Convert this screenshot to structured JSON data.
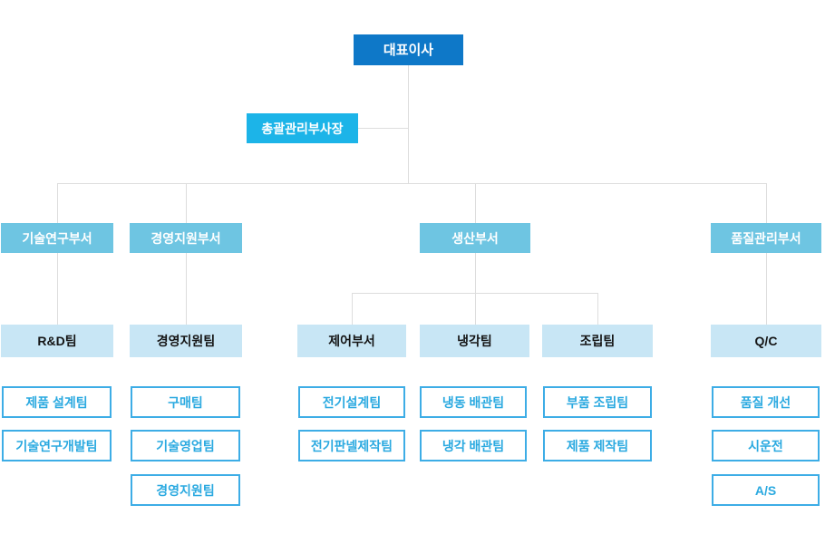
{
  "org_chart": {
    "ceo": {
      "label": "대표이사"
    },
    "vp": {
      "label": "총괄관리부사장"
    },
    "branches": [
      {
        "department": "기술연구부서",
        "teams": [
          {
            "label": "R&D팀",
            "subteams": [
              "제품 설계팀",
              "기술연구개발팀"
            ]
          }
        ]
      },
      {
        "department": "경영지원부서",
        "teams": [
          {
            "label": "경영지원팀",
            "subteams": [
              "구매팀",
              "기술영업팀",
              "경영지원팀"
            ]
          }
        ]
      },
      {
        "department": "생산부서",
        "teams": [
          {
            "label": "제어부서",
            "subteams": [
              "전기설계팀",
              "전기판넬제작팀"
            ]
          },
          {
            "label": "냉각팀",
            "subteams": [
              "냉동 배관팀",
              "냉각 배관팀"
            ]
          },
          {
            "label": "조립팀",
            "subteams": [
              "부품 조립팀",
              "제품 제작팀"
            ]
          }
        ]
      },
      {
        "department": "품질관리부서",
        "teams": [
          {
            "label": "Q/C",
            "subteams": [
              "품질 개선",
              "시운전",
              "A/S"
            ]
          }
        ]
      }
    ],
    "colors": {
      "ceo_bg": "#0e78c8",
      "vp_bg": "#1cb4e8",
      "department_bg": "#6ec5e2",
      "team_bg": "#c8e6f5",
      "subteam_border": "#3dade6",
      "subteam_text": "#2aa9e0",
      "connector": "#dddddd",
      "background": "#ffffff"
    }
  }
}
